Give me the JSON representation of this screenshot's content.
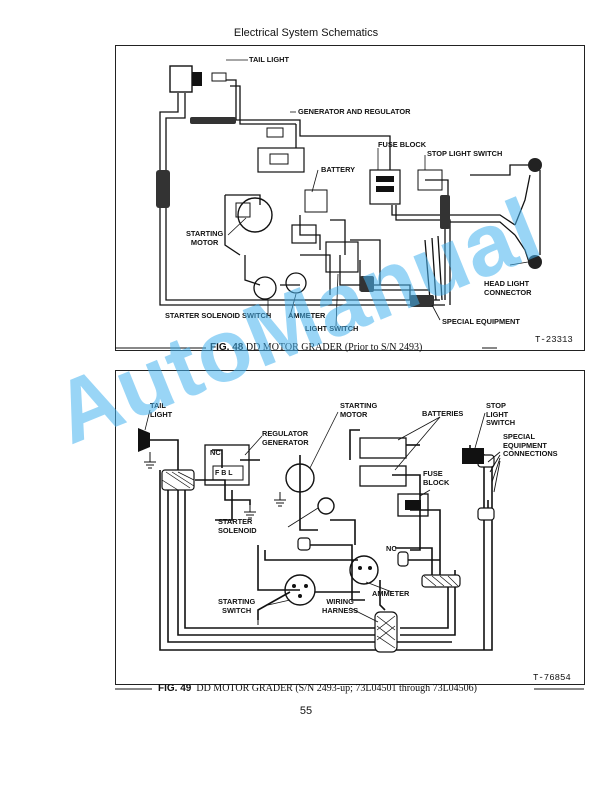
{
  "page": {
    "header": "Electrical System Schematics",
    "page_number": "55",
    "watermark": "AutoManual"
  },
  "fig48": {
    "fig_label": "FIG. 48",
    "title": "DD MOTOR GRADER (Prior to S/N 2493)",
    "ref": "T-23313",
    "labels": {
      "tail_light": "TAIL LIGHT",
      "generator_regulator": "GENERATOR AND REGULATOR",
      "fuse_block": "FUSE BLOCK",
      "stop_light_switch": "STOP LIGHT SWITCH",
      "battery": "BATTERY",
      "starting_motor": "STARTING\nMOTOR",
      "head_light_connector": "HEAD LIGHT\nCONNECTOR",
      "starter_solenoid_switch": "STARTER SOLENOID SWITCH",
      "ammeter": "AMMETER",
      "light_switch": "LIGHT SWITCH",
      "special_equipment": "SPECIAL EQUIPMENT"
    }
  },
  "fig49": {
    "fig_label": "FIG. 49",
    "title": "DD MOTOR GRADER (S/N 2493-up; 73L04501 through 73L04506)",
    "ref": "T-76854",
    "labels": {
      "tail_light": "TAIL\nLIGHT",
      "regulator_generator": "REGULATOR\nGENERATOR",
      "starting_motor": "STARTING\nMOTOR",
      "batteries": "BATTERIES",
      "stop_light_switch": "STOP\nLIGHT\nSWITCH",
      "special_equipment_connections": "SPECIAL\nEQUIPMENT\nCONNECTIONS",
      "fuse_block": "FUSE\nBLOCK",
      "starter_solenoid": "STARTER\nSOLENOID",
      "ammeter": "AMMETER",
      "starting_switch": "STARTING\nSWITCH",
      "wiring_harness": "WIRING\nHARNESS",
      "nc_1": "NC",
      "nc_2": "NC",
      "terminals": "F B L"
    }
  }
}
